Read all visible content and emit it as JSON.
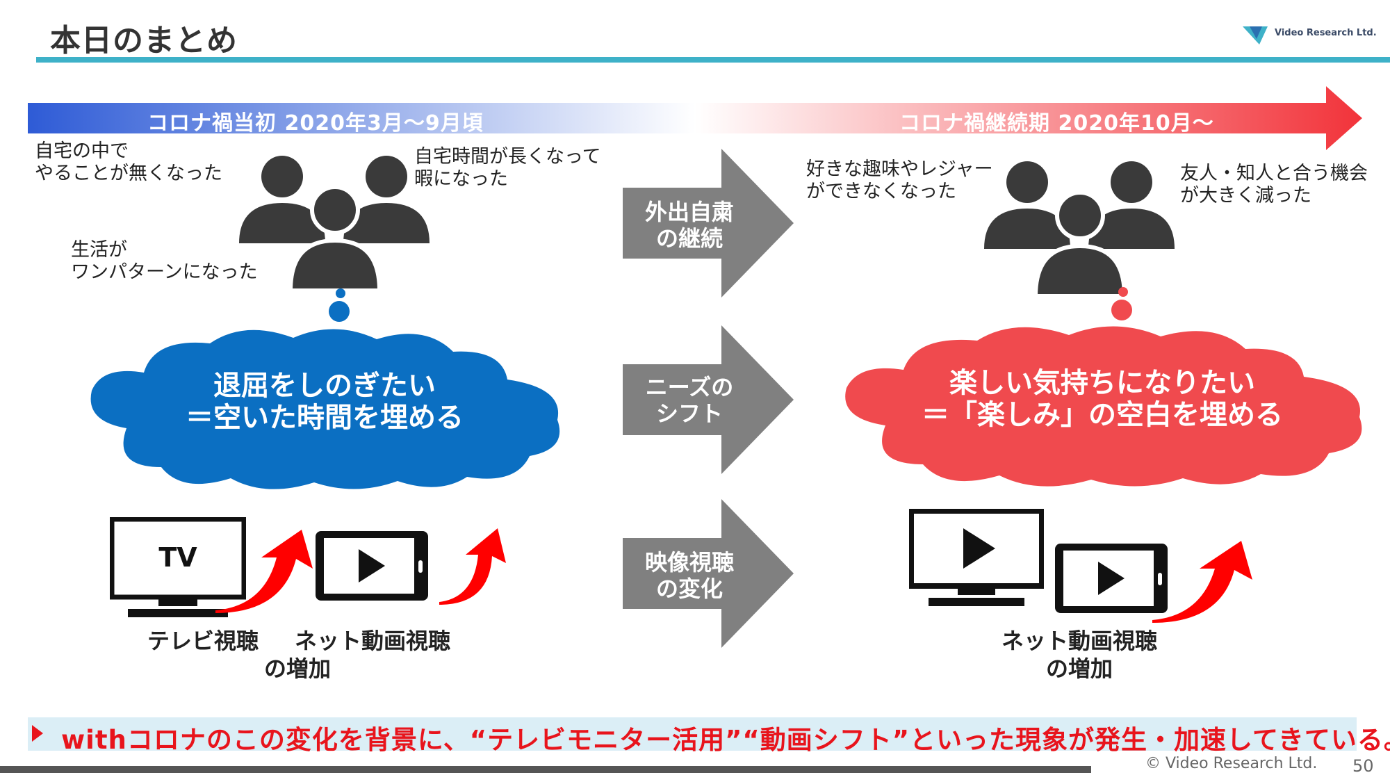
{
  "slide": {
    "title": "本日のまとめ",
    "logo_text": "Video Research Ltd.",
    "footer_copyright": "© Video Research Ltd.",
    "page_number": "50"
  },
  "timeline": {
    "left_label": "コロナ禍当初  2020年3月～9月頃",
    "right_label": "コロナ禍継続期  2020年10月～",
    "colors": {
      "left": "#2e5bd6",
      "middle": "#ffffff",
      "right": "#f2333a"
    }
  },
  "left": {
    "quotes": {
      "top_left": "自宅の中で\nやることが無くなった",
      "top_right": "自宅時間が長くなって\n暇になった",
      "bottom_left": "生活が\nワンパターンになった"
    },
    "cloud_text": "退屈をしのぎたい\n＝空いた時間を埋める",
    "cloud_color": "#0b6fc2",
    "media": {
      "tv_screen_text": "TV",
      "tv_label": "テレビ視聴",
      "net_label": "ネット動画視聴",
      "increase_label": "の増加"
    }
  },
  "right": {
    "quotes": {
      "top_left": "好きな趣味やレジャー\nができなくなった",
      "top_right": "友人・知人と合う機会\nが大きく減った"
    },
    "cloud_text": "楽しい気持ちになりたい\n＝「楽しみ」の空白を埋める",
    "cloud_color": "#f04a4e",
    "media": {
      "net_label": "ネット動画視聴\nの増加"
    }
  },
  "middle_arrows": [
    {
      "label": "外出自粛\nの継続"
    },
    {
      "label": "ニーズの\nシフト"
    },
    {
      "label": "映像視聴\nの変化"
    }
  ],
  "conclusion": {
    "text": "withコロナのこの変化を背景に、“テレビモニター活用”“動画シフト”といった現象が発生・加速してきている。"
  }
}
